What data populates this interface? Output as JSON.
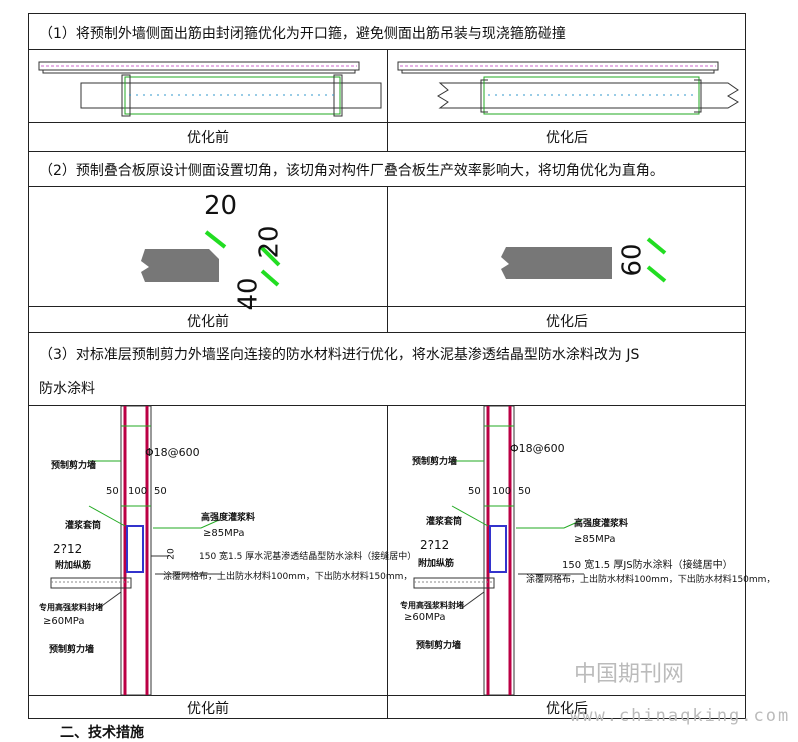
{
  "section1": {
    "text": "（1）将预制外墙侧面出筋由封闭箍优化为开口箍，避免侧面出筋吊装与现浇箍筋碰撞",
    "caption_before": "优化前",
    "caption_after": "优化后"
  },
  "section2": {
    "text": "（2）预制叠合板原设计侧面设置切角，该切角对构件厂叠合板生产效率影响大，将切角优化为直角。",
    "dim_20a": "20",
    "dim_20b": "20",
    "dim_40": "40",
    "dim_60": "60",
    "caption_before": "优化前",
    "caption_after": "优化后"
  },
  "section3": {
    "text_line1": "（3）对标准层预制剪力外墙竖向连接的防水材料进行优化，将水泥基渗透结晶型防水涂料改为 JS",
    "text_line2": "防水涂料",
    "before": {
      "rebar": "Φ18@600",
      "wall_top": "预制剪力墙",
      "dims": [
        "50",
        "100",
        "50"
      ],
      "sleeve": "灌浆套筒",
      "grout": "高强度灌浆料",
      "grout_strength": "≥85MPa",
      "bars": "2?12",
      "add_bar": "附加纵筋",
      "gap": "20",
      "coating": "150 宽1.5 厚水泥基渗透结晶型防水涂料（接缝居中）",
      "mesh": "涂覆网格布，上出防水材料100mm，下出防水材料150mm，",
      "seal": "专用高强浆料封堵",
      "seal_strength": "≥60MPa",
      "wall_bottom": "预制剪力墙"
    },
    "after": {
      "rebar": "Φ18@600",
      "wall_top": "预制剪力墙",
      "dims": [
        "50",
        "100",
        "50"
      ],
      "sleeve": "灌浆套筒",
      "grout": "高强度灌浆料",
      "grout_strength": "≥85MPa",
      "bars": "2?12",
      "add_bar": "附加纵筋",
      "coating": "150 宽1.5 厚JS防水涂料（接缝居中）",
      "mesh": "涂覆网格布，上出防水材料100mm，下出防水材料150mm，",
      "seal": "专用高强浆料封堵",
      "seal_strength": "≥60MPa",
      "wall_bottom": "预制剪力墙"
    },
    "caption_before": "优化前",
    "caption_after": "优化后"
  },
  "watermark": {
    "cn": "中国期刊网",
    "url": "www.chinaqking.com"
  },
  "footer": "二、技术措施"
}
